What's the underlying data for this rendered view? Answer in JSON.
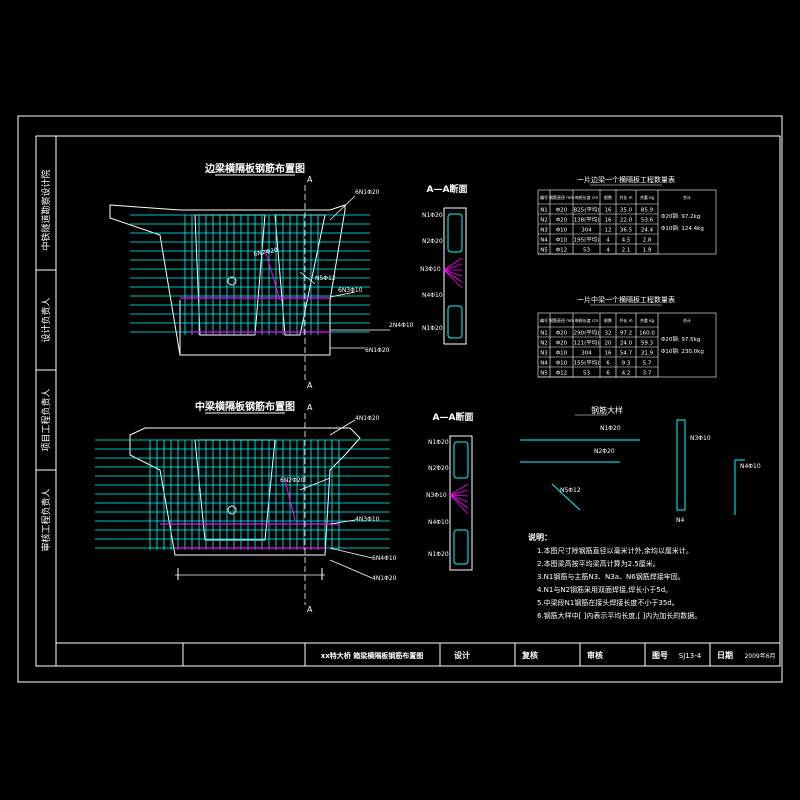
{
  "colors": {
    "background": "#000000",
    "frame": "#ffffff",
    "rebar": "#00ffff",
    "highlight": "#ff00ff",
    "title": "#ffffff",
    "note": "#ffffff",
    "table_text": "#ffffff",
    "green_line": "#00ff00"
  },
  "top_view": {
    "title": "边梁横隔板钢筋布置图",
    "section_mark": "A",
    "labels": {
      "n1_top": "6N1Φ20",
      "n2": "6N2Φ20",
      "n5": "N5Φ12",
      "n3": "6N3Φ10",
      "n4": "2N4Φ10",
      "n1_bottom": "6N1Φ20"
    }
  },
  "top_section": {
    "title": "A—A断面",
    "labels": [
      "N1Φ20",
      "N2Φ20",
      "N3Φ10",
      "N4Φ10",
      "N1Φ20"
    ]
  },
  "bottom_view": {
    "title": "中梁横隔板钢筋布置图",
    "section_mark": "A",
    "labels": {
      "n1_top": "4N1Φ20",
      "n2": "6N2Φ20",
      "n3": "4N3Φ10",
      "n4": "6N4Φ10",
      "n1_bottom": "4N1Φ20"
    }
  },
  "bottom_section": {
    "title": "A—A断面",
    "labels": [
      "N1Φ20",
      "N2Φ20",
      "N3Φ10",
      "N4Φ10",
      "N1Φ20"
    ]
  },
  "table1": {
    "title": "一片边梁一个横隔板工程数量表",
    "headers": [
      "编号",
      "钢筋直径 mm",
      "每根长度 cm",
      "根数",
      "共长 m",
      "共重 kg",
      "合计"
    ],
    "rows": [
      [
        "N1",
        "Φ20",
        "B25(平均)",
        "16",
        "35.0",
        "85.9"
      ],
      [
        "N2",
        "Φ20",
        "138(平均)",
        "16",
        "22.0",
        "53.6"
      ],
      [
        "N3",
        "Φ10",
        "304",
        "12",
        "36.5",
        "24.4"
      ],
      [
        "N4",
        "Φ10",
        "195(平均)",
        "4",
        "4.5",
        "2.8"
      ],
      [
        "N5",
        "Φ12",
        "53",
        "4",
        "2.1",
        "1.9"
      ]
    ],
    "summary": "Φ20钢: 97.2kg  Φ10钢: 124.4kg"
  },
  "table2": {
    "title": "一片中梁一个横隔板工程数量表",
    "headers": [
      "编号",
      "钢筋直径 mm",
      "每根长度 cm",
      "根数",
      "共长 m",
      "共重 kg",
      "合计"
    ],
    "rows": [
      [
        "N1",
        "Φ20",
        "290(平均)",
        "32",
        "97.2",
        "160.0"
      ],
      [
        "N2",
        "Φ20",
        "121(平均)",
        "20",
        "24.0",
        "59.3"
      ],
      [
        "N3",
        "Φ10",
        "304",
        "16",
        "54.7",
        "31.9"
      ],
      [
        "N4",
        "Φ10",
        "155(平均)",
        "6",
        "9.3",
        "5.7"
      ],
      [
        "N5",
        "Φ12",
        "53",
        "6",
        "4.2",
        "3.7"
      ]
    ],
    "summary": "Φ20钢: 97.5kg  Φ10钢: 230.0kg"
  },
  "detail": {
    "title": "钢筋大样",
    "labels": [
      "N1Φ20",
      "N2Φ20",
      "N5Φ12",
      "N3Φ10",
      "N4Φ10",
      "N4"
    ]
  },
  "notes": {
    "heading": "说明：",
    "items": [
      "1.本图尺寸除钢筋直径以毫米计外,余均以厘米计。",
      "2.本图梁高按平均梁高计算为2.5厘米。",
      "3.N1钢筋与主筋N3、N3a、N6钢筋焊接牢固。",
      "4.N1与N2钢筋采用双面焊接,焊长小于5d。",
      "5.中梁段N1钢筋在接头焊接长度不小于35d。",
      "6.钢筋大样中[  ]内表示平均长度,[  ]内为加长的数据。"
    ]
  },
  "side_strip": [
    "中铁隧道勘察设计院",
    "设计负责人",
    "项目工程负责人",
    "审核工程负责人"
  ],
  "title_block": {
    "drawing_name": "xx特大桥  箱梁横隔板钢筋布置图",
    "design": "设计",
    "check": "复核",
    "review": "审核",
    "drawing_no_label": "图号",
    "drawing_no": "SJ13-4",
    "date_label": "日期",
    "date": "2009年6月"
  }
}
